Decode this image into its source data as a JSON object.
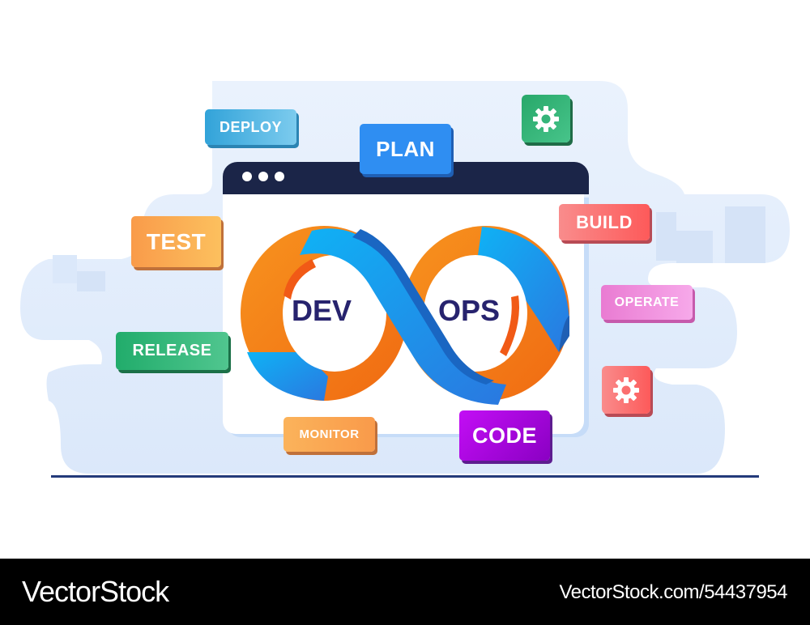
{
  "illustration": {
    "title_left": "DEV",
    "title_right": "OPS",
    "window": {
      "dots": 3
    },
    "tags": {
      "deploy": "DEPLOY",
      "plan": "PLAN",
      "test": "TEST",
      "release": "RELEASE",
      "build": "BUILD",
      "operate": "OPERATE",
      "monitor": "MONITOR",
      "code": "CODE"
    },
    "icons": [
      "gear-icon",
      "gear-icon"
    ],
    "colors": {
      "window_bar": "#1b2548",
      "background_blob": "#dde9fa",
      "infinity_blue": "#2a9ff0",
      "infinity_orange": "#f7931e",
      "text_navy": "#27236e",
      "ground_line": "#233a7a"
    }
  },
  "footer": {
    "brand": "VectorStock",
    "image_id": "VectorStock.com/54437954"
  }
}
